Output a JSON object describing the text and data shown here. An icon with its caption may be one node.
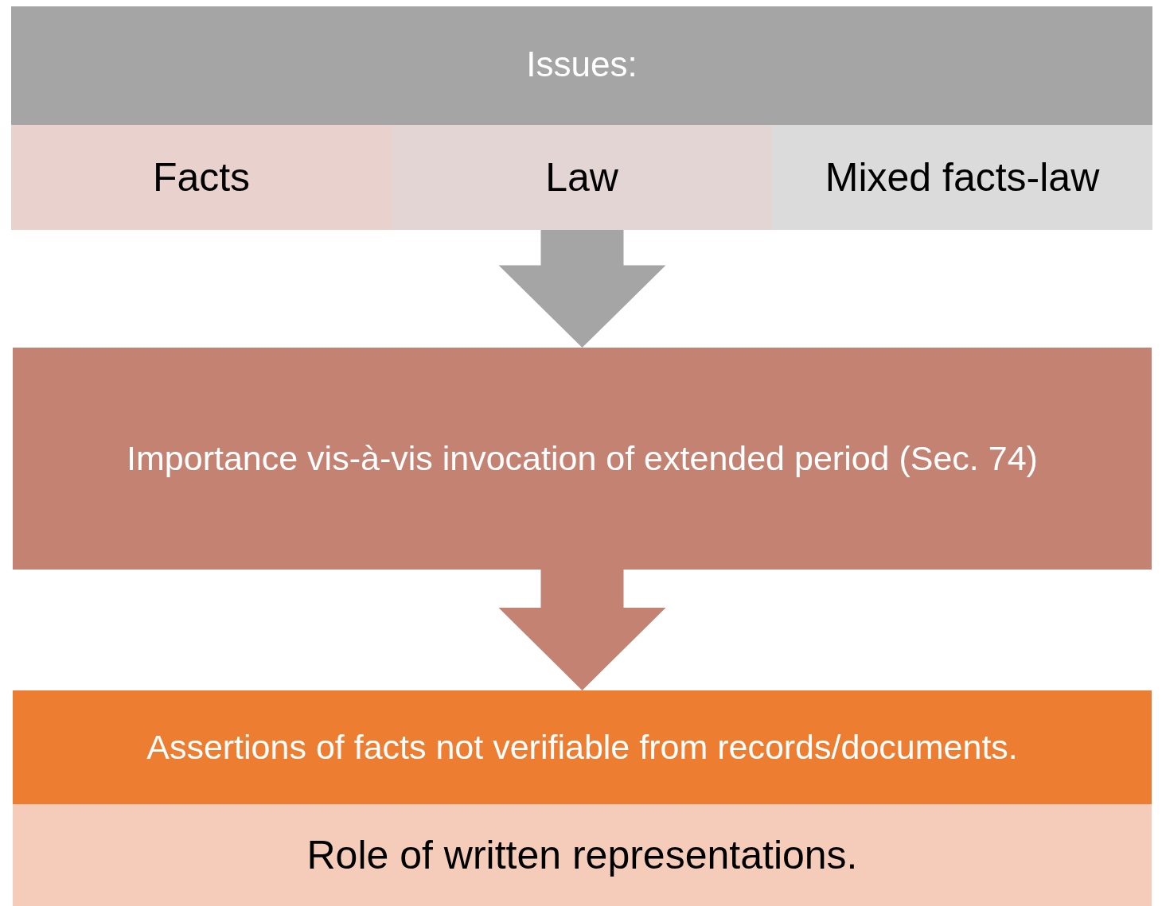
{
  "diagram": {
    "nodes": [
      {
        "text": [
          "Issues:"
        ]
      },
      {
        "text": [
          "Facts"
        ],
        "in": 0
      },
      {
        "text": [
          "Law"
        ],
        "in": 0
      },
      {
        "text": [
          "Mixed facts-law"
        ],
        "in": 0
      },
      {
        "text": [
          "Importance vis-à-vis invocation of extended period (Sec. 74)"
        ]
      },
      {
        "text": [
          "Assertions of facts not verifiable from records/documents."
        ]
      },
      {
        "text": [
          "Role of written representations."
        ]
      }
    ],
    "edges": [
      {
        "from": 0,
        "to": 4,
        "arrow": "to",
        "style": "thick",
        "color": "#a5a5a5"
      },
      {
        "from": 4,
        "to": 5,
        "arrow": "to",
        "style": "thick",
        "color": "#c48273"
      }
    ]
  }
}
